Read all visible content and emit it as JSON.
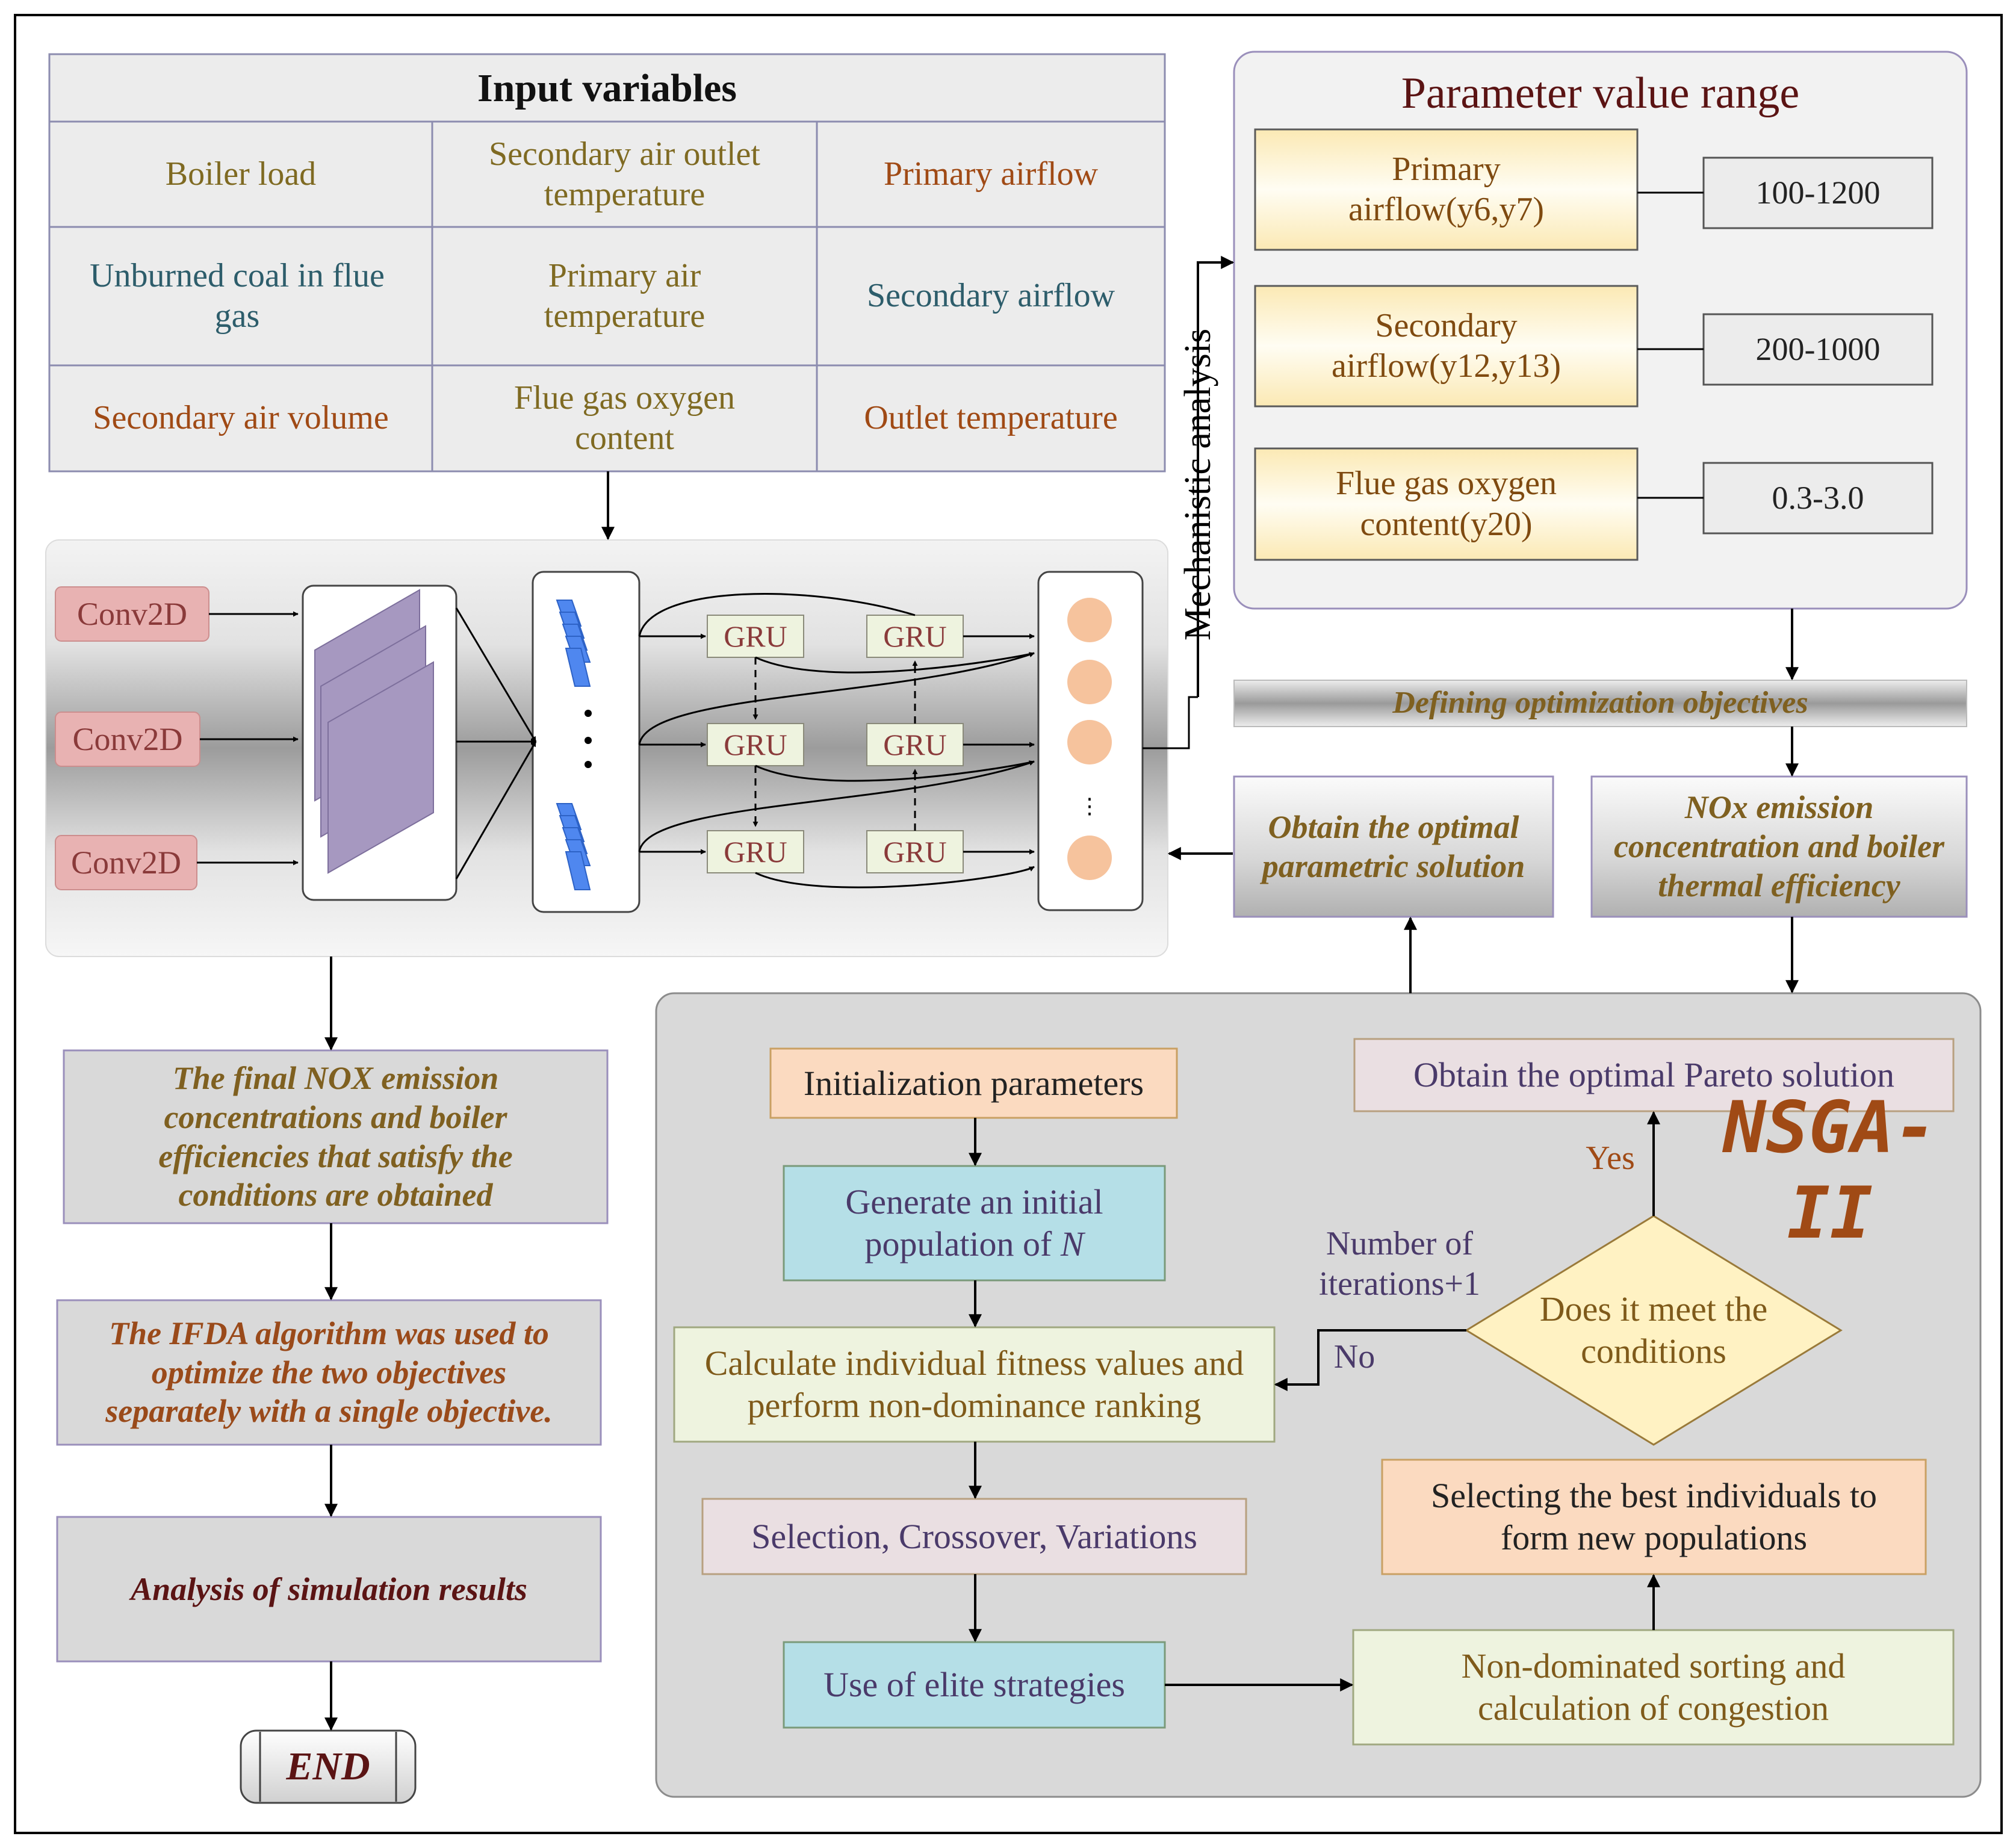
{
  "input_variables": {
    "title": "Input variables",
    "cells": [
      "Boiler load",
      "Secondary air outlet temperature",
      "Primary airflow",
      "Unburned coal in flue gas",
      "Primary air temperature",
      "Secondary airflow",
      "Secondary air volume",
      "Flue gas oxygen content",
      "Outlet temperature"
    ]
  },
  "parameter_range": {
    "title": "Parameter value range",
    "rows": [
      {
        "name": "Primary airflow(y6,y7)",
        "range": "100-1200"
      },
      {
        "name": "Secondary airflow(y12,y13)",
        "range": "200-1000"
      },
      {
        "name": "Flue gas oxygen content(y20)",
        "range": "0.3-3.0"
      }
    ]
  },
  "mechanistic_label": "Mechanistic analysis",
  "network": {
    "conv_labels": [
      "Conv2D",
      "Conv2D",
      "Conv2D"
    ],
    "gru_label": "GRU",
    "dots": "⋮"
  },
  "right_flow": {
    "defining": "Defining optimization objectives",
    "obtain_optimal": "Obtain the optimal parametric solution",
    "nox_objective": "NOx emission concentration and boiler thermal efficiency"
  },
  "left_flow": {
    "final_nox": "The final NOX emission concentrations and boiler efficiencies that satisfy the conditions are obtained",
    "ifda": "The IFDA algorithm was used to optimize the two objectives separately with a single objective.",
    "analysis": "Analysis of simulation results",
    "end": "END"
  },
  "nsga": {
    "title": "NSGA-II",
    "init": "Initialization parameters",
    "generate_pre": "Generate an initial population of ",
    "generate_n": "N",
    "calculate": "Calculate individual fitness values and perform non-dominance ranking",
    "selection": "Selection, Crossover, Variations",
    "elite": "Use of elite strategies",
    "nondominated": "Non-dominated sorting and calculation of congestion",
    "selecting_best": "Selecting the best individuals to form new populations",
    "condition": "Does it meet the conditions",
    "pareto": "Obtain the optimal Pareto solution",
    "yes": "Yes",
    "no": "No",
    "iterations": "Number of iterations+1"
  }
}
